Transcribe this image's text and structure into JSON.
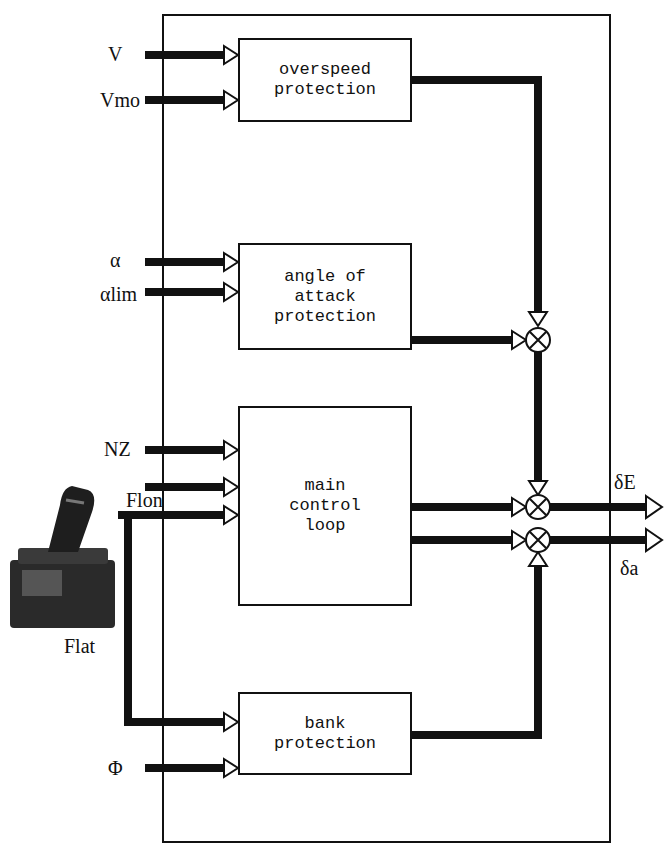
{
  "diagram": {
    "nodes": [
      {
        "text": [
          "overspeed protection"
        ]
      },
      {
        "text": [
          "angle of attack protection"
        ]
      },
      {
        "text": [
          "main control loop"
        ]
      },
      {
        "text": [
          "bank protection"
        ]
      }
    ],
    "labels": [
      "V",
      "Vmo",
      "α",
      "αlim",
      "NZ",
      "Flon",
      "Flat",
      "Φ",
      "δE",
      "δa"
    ]
  }
}
